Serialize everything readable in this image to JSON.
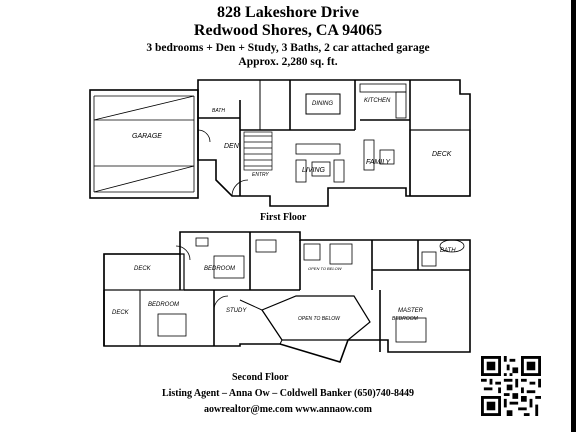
{
  "header": {
    "address": "828 Lakeshore Drive",
    "city": "Redwood Shores, CA 94065",
    "features": "3 bedrooms + Den + Study, 3 Baths, 2 car attached garage",
    "area": "Approx. 2,280 sq. ft."
  },
  "first_floor": {
    "caption": "First Floor",
    "rooms": {
      "garage": "GARAGE",
      "den": "DEN",
      "entry": "ENTRY",
      "dining": "DINING",
      "kitchen": "KITCHEN",
      "living": "LIVING",
      "family": "FAMILY",
      "deck": "DECK",
      "bath": "BATH"
    }
  },
  "second_floor": {
    "caption": "Second Floor",
    "rooms": {
      "deck_upper": "DECK",
      "deck_lower": "DECK",
      "bedroom_a": "BEDROOM",
      "bedroom_b": "BEDROOM",
      "study": "STUDY",
      "open_to_below": "OPEN TO BELOW",
      "open_to_below_2": "OPEN TO BELOW",
      "bath": "BATH",
      "master": "MASTER",
      "master_sub": "BEDROOM"
    }
  },
  "footer": {
    "agent": "Listing Agent – Anna Ow – Coldwell Banker (650)740-8449",
    "contact": "aowrealtor@me.com  www.annaow.com"
  }
}
